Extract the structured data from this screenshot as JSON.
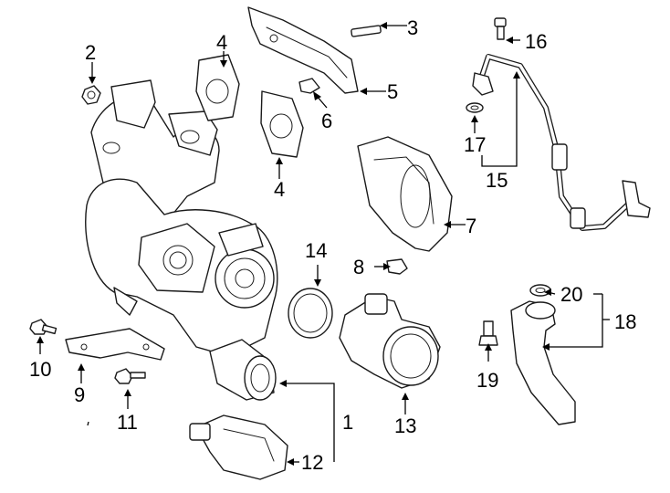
{
  "callouts": [
    "1",
    "2",
    "3",
    "4",
    "4",
    "5",
    "6",
    "7",
    "8",
    "9",
    "10",
    "11",
    "12",
    "13",
    "14",
    "15",
    "16",
    "17",
    "18",
    "19",
    "20"
  ],
  "colors": {
    "line": "#1a1a1a",
    "background": "#ffffff"
  }
}
